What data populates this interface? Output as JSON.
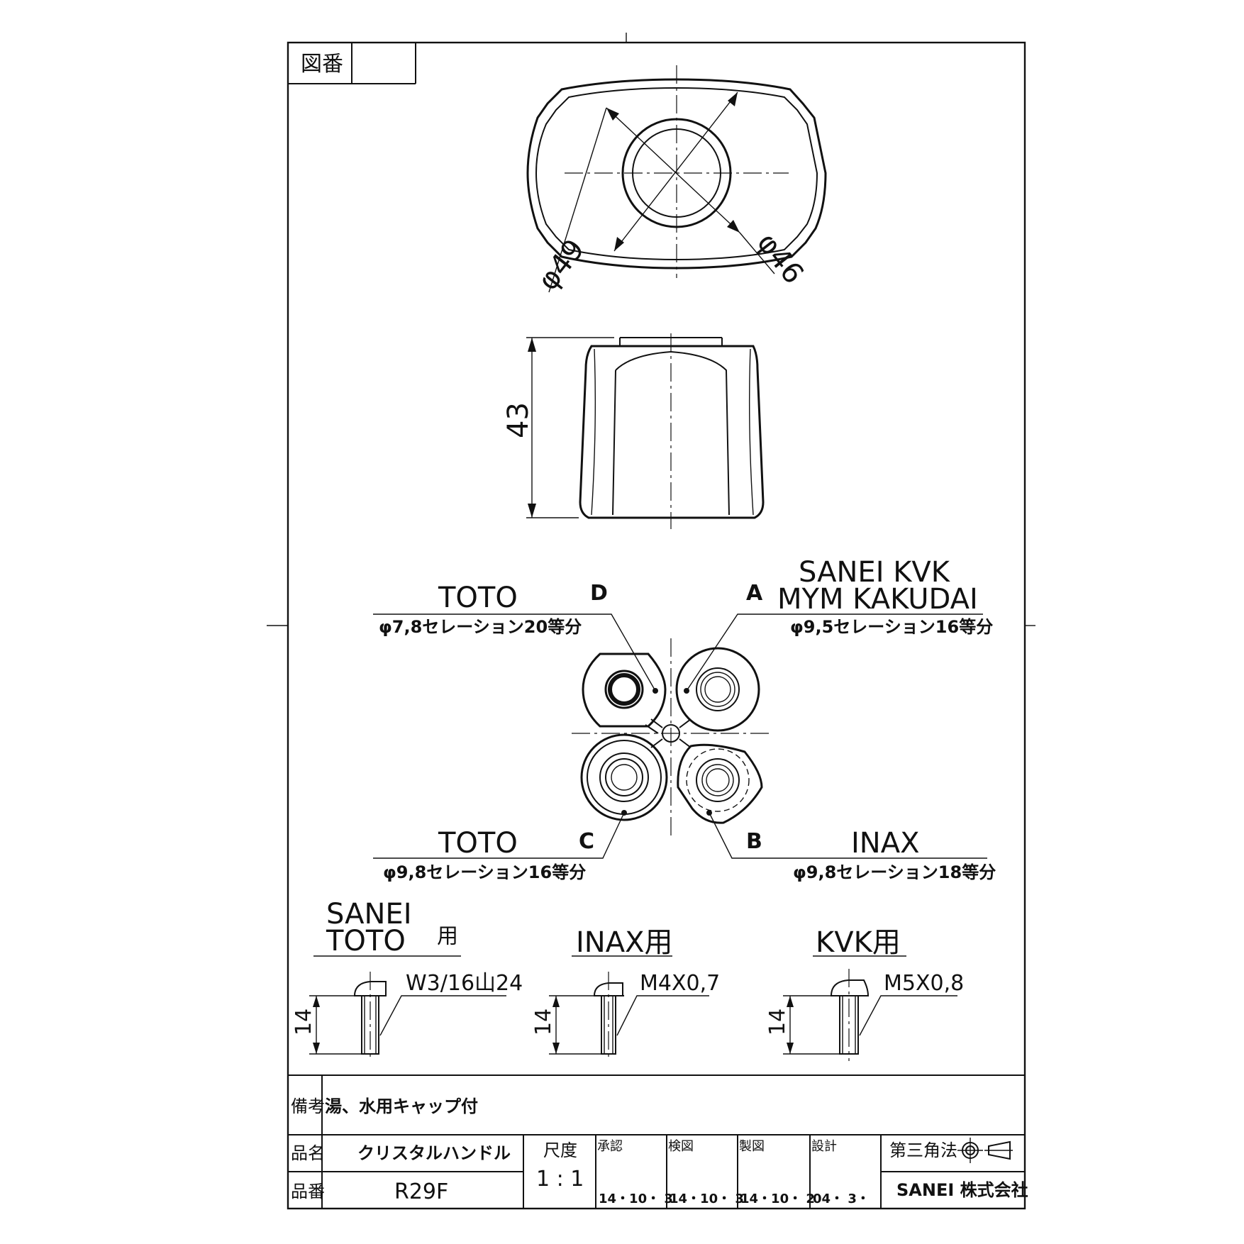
{
  "title_block": {
    "zuban_label": "図番",
    "zuban_value": "",
    "bikou_label": "備考",
    "bikou_value": "湯、水用キャップ付",
    "hinmei_label": "品名",
    "hinmei_value": "クリスタルハンドル",
    "hinban_label": "品番",
    "hinban_value": "R29F",
    "scale_label": "尺度",
    "scale_value": "1 : 1",
    "approvals": [
      {
        "label": "承認",
        "date": "14・10・ 3"
      },
      {
        "label": "検図",
        "date": "14・10・ 3"
      },
      {
        "label": "製図",
        "date": "14・10・ 2"
      },
      {
        "label": "設計",
        "date": "04・ 3・"
      }
    ],
    "projection_label": "第三角法",
    "company": "SANEI 株式会社"
  },
  "top_view": {
    "dim_outer": "φ49",
    "dim_inner": "φ46"
  },
  "side_view": {
    "dim_height": "43"
  },
  "bottom_view": {
    "A": {
      "letter": "A",
      "line1": "SANEI KVK",
      "line2": "MYM KAKUDAI",
      "spec": "φ9,5セレーション16等分"
    },
    "B": {
      "letter": "B",
      "line1": "INAX",
      "spec": "φ9,8セレーション18等分"
    },
    "C": {
      "letter": "C",
      "line1": "TOTO",
      "spec": "φ9,8セレーション16等分"
    },
    "D": {
      "letter": "D",
      "line1": "TOTO",
      "spec": "φ7,8セレーション20等分"
    }
  },
  "screws": [
    {
      "title_line1": "SANEI",
      "title_line2": "TOTO",
      "title_suffix": "用",
      "thread": "W3/16山24",
      "length": "14"
    },
    {
      "title_line1": "INAX用",
      "thread": "M4X0,7",
      "length": "14"
    },
    {
      "title_line1": "KVK用",
      "thread": "M5X0,8",
      "length": "14"
    }
  ]
}
